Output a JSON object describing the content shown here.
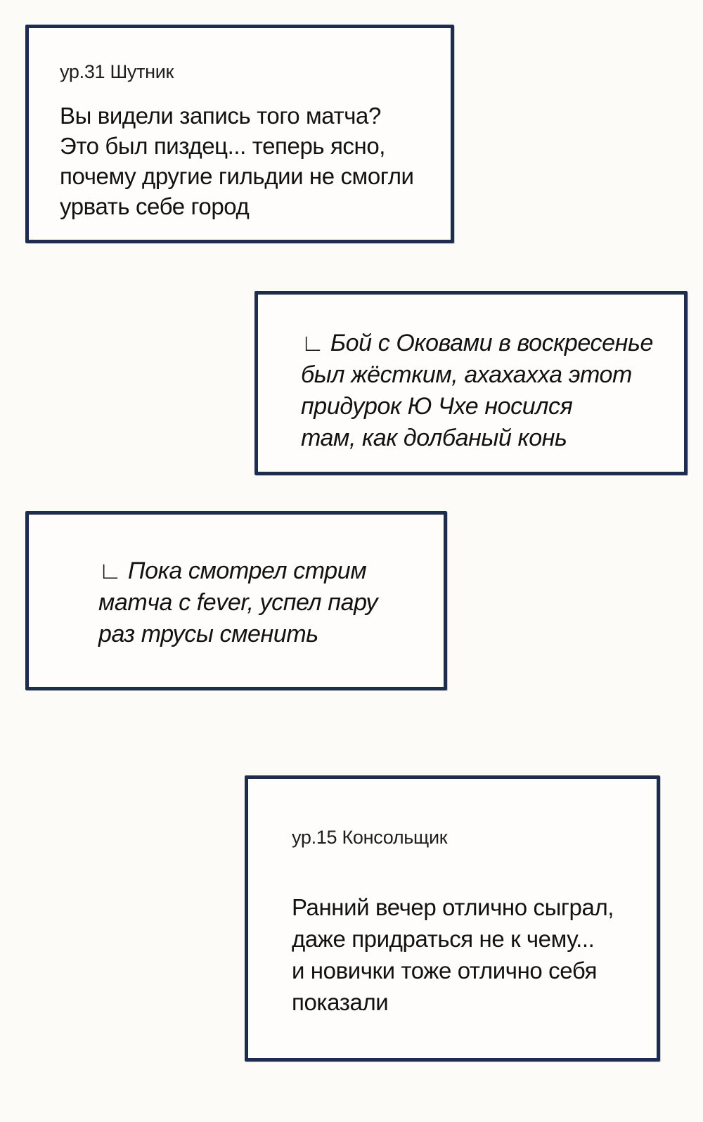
{
  "panel": {
    "colors": {
      "border": "#1e2c50",
      "page_background": "#fcfbf7",
      "box_background": "#fefdfb",
      "text": "#121212"
    },
    "reply_marker": "∟",
    "messages": [
      {
        "author": "ур.31 Шутник",
        "body": "Вы видели запись того матча?\nЭто был пиздец... теперь ясно,\nпочему другие гильдии не смогли\nурвать себе город",
        "style": "plain"
      },
      {
        "author": "",
        "body": "∟ Бой с Оковами в воскресенье\nбыл жёстким, ахахахха этот\nпридурок Ю Чхе носился\nтам, как долбаный конь",
        "style": "reply-italic"
      },
      {
        "author": "",
        "body": "∟ Пока смотрел стрим\nматча с fever, успел пару\nраз трусы сменить",
        "style": "reply-italic"
      },
      {
        "author": "ур.15 Консольщик",
        "body": "Ранний вечер отлично сыграл,\nдаже придраться не к чему...\nи новички тоже отлично себя\nпоказали",
        "style": "plain"
      }
    ]
  }
}
